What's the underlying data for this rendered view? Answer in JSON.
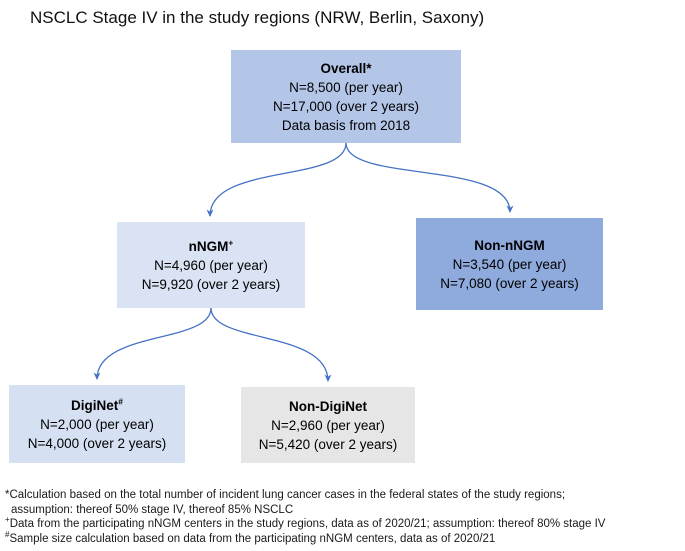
{
  "title": "NSCLC Stage IV in the study regions (NRW, Berlin, Saxony)",
  "colors": {
    "arrow": "#4472c4",
    "overall_bg": "#b4c6e7",
    "nngm_bg": "#dae3f3",
    "non_nngm_bg": "#8faadc",
    "diginet_bg": "#d5e0f2",
    "non_diginet_bg": "#e7e6e6"
  },
  "boxes": {
    "overall": {
      "title": "Overall",
      "marker": "*",
      "line1": "N=8,500 (per year)",
      "line2": "N=17,000 (over 2 years)",
      "line3": "Data basis from 2018"
    },
    "nngm": {
      "title": "nNGM",
      "marker": "+",
      "line1": "N=4,960 (per year)",
      "line2": "N=9,920 (over 2 years)"
    },
    "non_nngm": {
      "title": "Non-nNGM",
      "marker": "",
      "line1": "N=3,540 (per year)",
      "line2": "N=7,080 (over 2 years)"
    },
    "diginet": {
      "title": "DigiNet",
      "marker": "#",
      "line1": "N=2,000 (per year)",
      "line2": "N=4,000 (over 2 years)"
    },
    "non_diginet": {
      "title": "Non-DigiNet",
      "marker": "",
      "line1": "N=2,960 (per year)",
      "line2": "N=5,420 (over 2 years)"
    }
  },
  "footnotes": {
    "f1_marker": "*",
    "f1_line1": "Calculation based on the total number of incident lung cancer cases in the federal states of the study regions;",
    "f1_line2": "assumption: thereof 50% stage IV, thereof 85% NSCLC",
    "f2_marker": "+",
    "f2_text": "Data from the participating nNGM centers in the study regions, data as of 2020/21; assumption: thereof 80% stage IV",
    "f3_marker": "#",
    "f3_text": "Sample size calculation based on data from the participating nNGM centers, data as of 2020/21"
  }
}
